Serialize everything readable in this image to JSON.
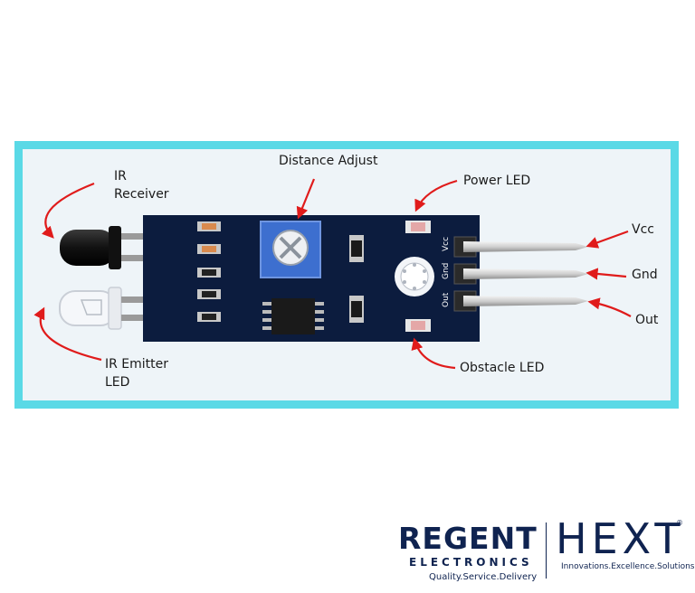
{
  "labels": {
    "ir_receiver_line1": "IR",
    "ir_receiver_line2": "Receiver",
    "distance_adjust": "Distance Adjust",
    "power_led": "Power LED",
    "vcc": "Vcc",
    "gnd": "Gnd",
    "out": "Out",
    "ir_emitter_line1": "IR Emitter",
    "ir_emitter_line2": "LED",
    "obstacle_led": "Obstacle LED"
  },
  "pin_labels": [
    "Vcc",
    "Gnd",
    "Out"
  ],
  "logo": {
    "brand_left": "REGENT",
    "brand_left_sub": "ELECTRONICS",
    "brand_left_tagline": "Quality.Service.Delivery",
    "brand_right": "HEXT",
    "brand_right_mark": "®",
    "brand_right_tagline": "Innovations.Excellence.Solutions"
  },
  "colors": {
    "frame_border": "#5ad9e6",
    "board": "#0c1c3e",
    "arrow": "#e01b1b",
    "potentiometer": "#3d6fcf",
    "brand": "#0f2350"
  }
}
